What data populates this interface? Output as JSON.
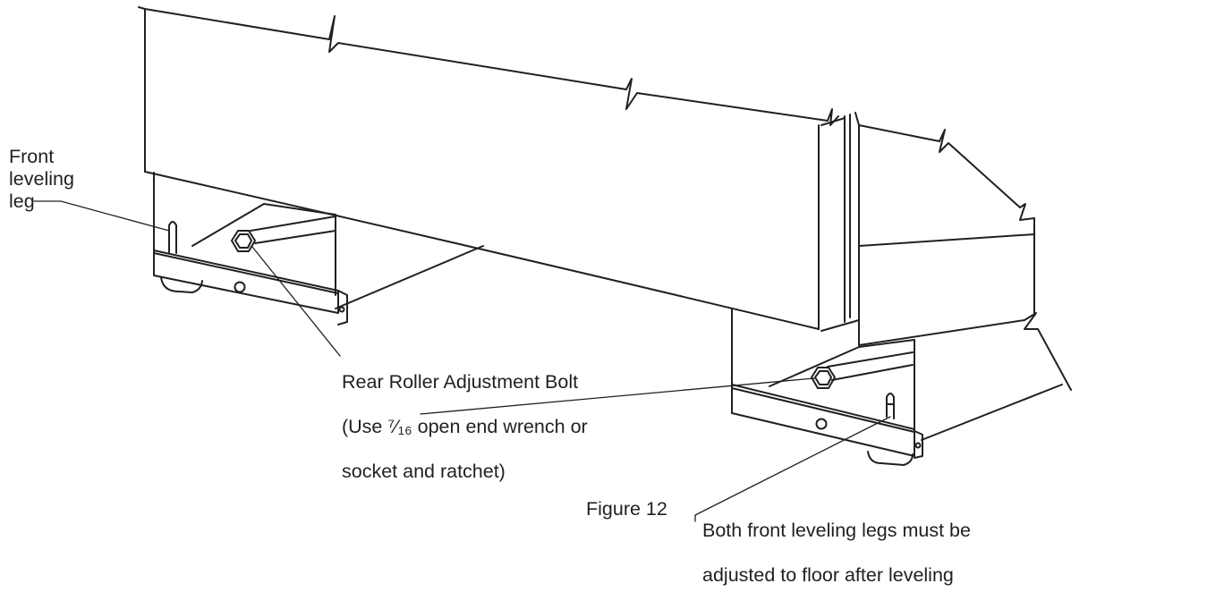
{
  "labels": {
    "front_leveling_leg": "Front\nleveling\nleg",
    "rear_roller_line1": "Rear Roller Adjustment Bolt",
    "rear_roller_line2_pre": "(Use ",
    "rear_roller_fraction": "⁷⁄₁₆",
    "rear_roller_line2_post": " open end wrench or",
    "rear_roller_line3": "socket and ratchet)",
    "caption": "Figure 12",
    "both_legs_line1": "Both front leveling legs must be",
    "both_legs_line2": "adjusted to floor after leveling"
  },
  "colors": {
    "ink": "#231f20",
    "background": "#ffffff"
  }
}
